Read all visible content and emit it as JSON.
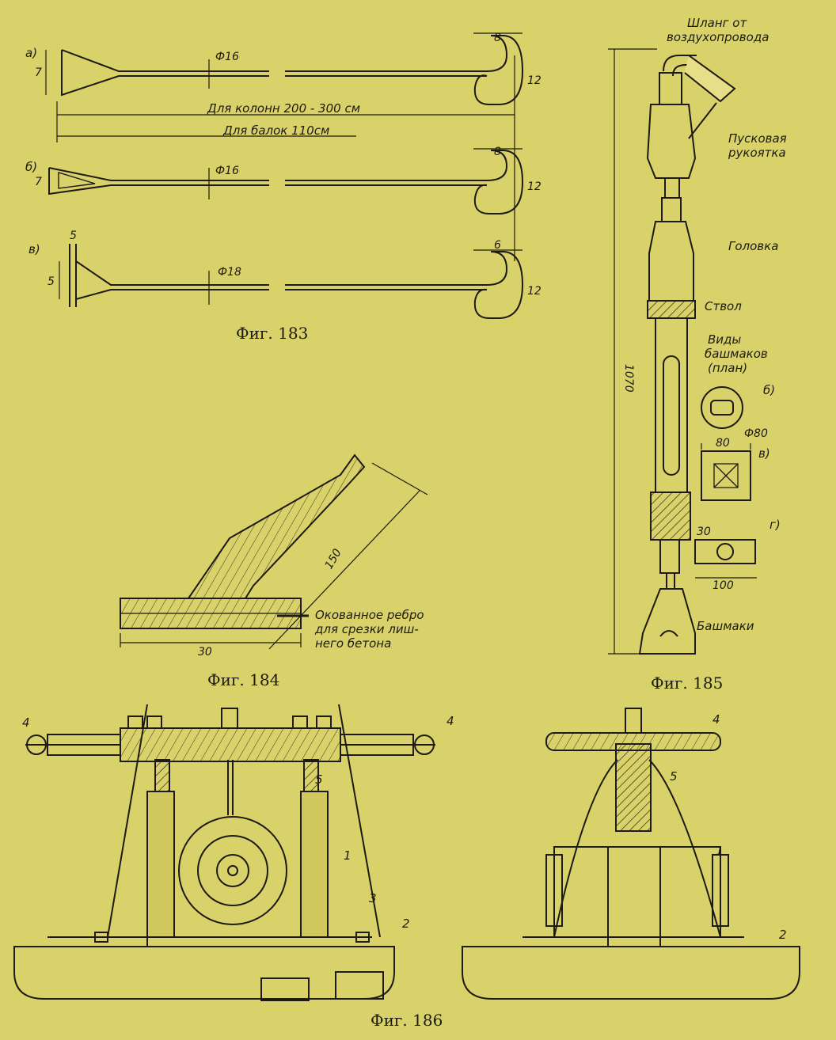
{
  "fig183": {
    "caption": "Фиг. 183",
    "letter_a": "а)",
    "letter_b": "б)",
    "letter_v": "в)",
    "dia_a": "Ф16",
    "dia_b": "Ф16",
    "dia_v": "Ф18",
    "dim_head_a": "7",
    "dim_head_b": "7",
    "dim_head_v1": "5",
    "dim_head_v2": "5",
    "dim_loop_w_a": "8",
    "dim_loop_w_b": "8",
    "dim_loop_w_v": "6",
    "dim_loop_h_a": "12",
    "dim_loop_h_b": "12",
    "dim_loop_h_v": "12",
    "len_columns": "Для колонн 200 - 300 см",
    "len_beams": "Для балок 110см"
  },
  "fig184": {
    "caption": "Фиг. 184",
    "dim_angle": "150",
    "dim_base": "30",
    "note_line1": "Окованное ребро",
    "note_line2": "для срезки лиш-",
    "note_line3": "него бетона"
  },
  "fig185": {
    "caption": "Фиг. 185",
    "hose_line1": "Шланг от",
    "hose_line2": "воздухопровода",
    "start_line1": "Пусковая",
    "start_line2": "рукоятка",
    "head": "Головка",
    "barrel": "Ствол",
    "shoes_line1": "Виды",
    "shoes_line2": "башмаков",
    "shoes_line3": "(план)",
    "total_len": "1070",
    "letter_b": "б)",
    "letter_v": "в)",
    "letter_g": "г)",
    "dia_80": "Ф80",
    "dim_80": "80",
    "dim_30": "30",
    "dim_100": "100",
    "shoe": "Башмаки"
  },
  "fig186": {
    "caption": "Фиг. 186",
    "n1": "1",
    "n2": "2",
    "n3": "3",
    "n4": "4",
    "n5": "5"
  }
}
